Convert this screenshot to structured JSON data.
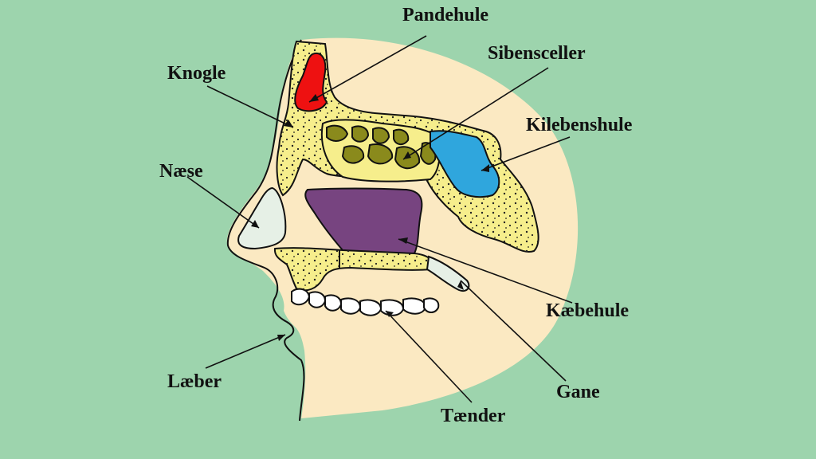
{
  "labels": {
    "pandehule": "Pandehule",
    "sibensceller": "Sibensceller",
    "knogle": "Knogle",
    "kilebenshule": "Kilebenshule",
    "naese": "Næse",
    "kaebehule": "Kæbehule",
    "laeber": "Læber",
    "gane": "Gane",
    "taender": "Tænder"
  },
  "colors": {
    "background": "#9dd4ad",
    "skin": "#fbe9c2",
    "bone": "#f6ee8c",
    "frontal_sinus": "#ee1111",
    "ethmoid_cells": "#8a8a1c",
    "sphenoid_sinus": "#2fa6dd",
    "maxillary_sinus": "#774480",
    "nose_cartilage": "#e6f0e6",
    "teeth": "#ffffff"
  }
}
